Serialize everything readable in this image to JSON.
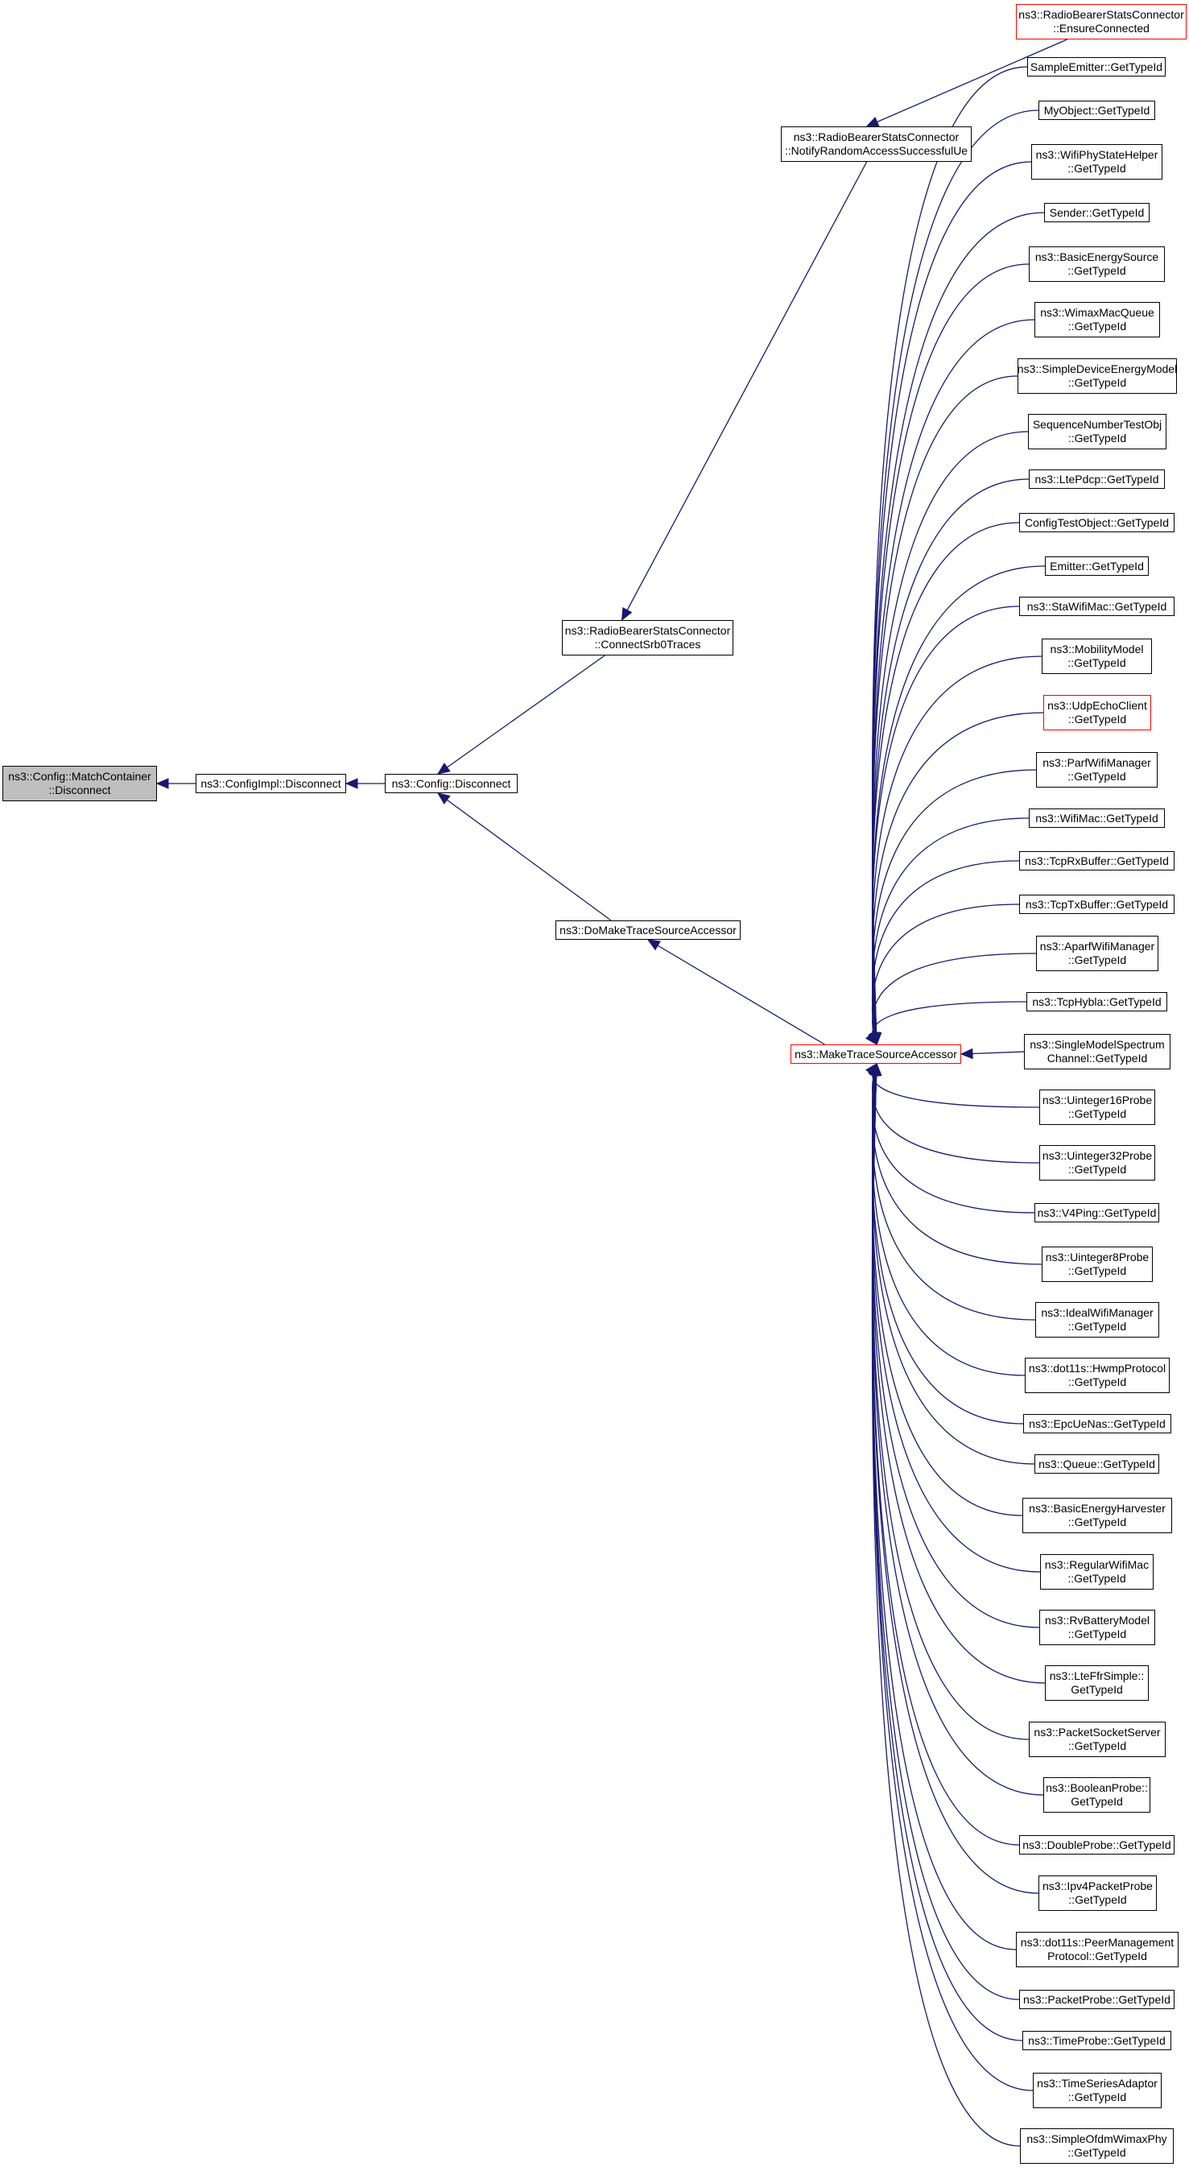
{
  "colors": {
    "edge": "#191970",
    "focus_fill": "#bfbfbf",
    "truncated_border": "#ff0000",
    "node_border": "#000000"
  },
  "nodes": {
    "match_container_disconnect": {
      "label": "ns3::Config::MatchContainer\n::Disconnect",
      "style": "focus"
    },
    "config_impl_disconnect": {
      "label": "ns3::ConfigImpl::Disconnect",
      "style": "normal"
    },
    "config_disconnect": {
      "label": "ns3::Config::Disconnect",
      "style": "normal"
    },
    "connect_srb0_traces": {
      "label": "ns3::RadioBearerStatsConnector\n::ConnectSrb0Traces",
      "style": "normal"
    },
    "do_make_trace_source_accessor": {
      "label": "ns3::DoMakeTraceSourceAccessor",
      "style": "normal"
    },
    "notify_random_access": {
      "label": "ns3::RadioBearerStatsConnector\n::NotifyRandomAccessSuccessfulUe",
      "style": "normal"
    },
    "make_trace_source_accessor": {
      "label": "ns3::MakeTraceSourceAccessor",
      "style": "truncated"
    },
    "ensure_connected": {
      "label": "ns3::RadioBearerStatsConnector\n::EnsureConnected",
      "style": "truncated"
    },
    "sample_emitter": {
      "label": "SampleEmitter::GetTypeId",
      "style": "normal"
    },
    "my_object": {
      "label": "MyObject::GetTypeId",
      "style": "normal"
    },
    "wifi_phy_state_helper": {
      "label": "ns3::WifiPhyStateHelper\n::GetTypeId",
      "style": "normal"
    },
    "sender": {
      "label": "Sender::GetTypeId",
      "style": "normal"
    },
    "basic_energy_source": {
      "label": "ns3::BasicEnergySource\n::GetTypeId",
      "style": "normal"
    },
    "wimax_mac_queue": {
      "label": "ns3::WimaxMacQueue\n::GetTypeId",
      "style": "normal"
    },
    "simple_device_energy_model": {
      "label": "ns3::SimpleDeviceEnergyModel\n::GetTypeId",
      "style": "normal"
    },
    "sequence_number_test_obj": {
      "label": "SequenceNumberTestObj\n::GetTypeId",
      "style": "normal"
    },
    "lte_pdcp": {
      "label": "ns3::LtePdcp::GetTypeId",
      "style": "normal"
    },
    "config_test_object": {
      "label": "ConfigTestObject::GetTypeId",
      "style": "normal"
    },
    "emitter": {
      "label": "Emitter::GetTypeId",
      "style": "normal"
    },
    "sta_wifi_mac": {
      "label": "ns3::StaWifiMac::GetTypeId",
      "style": "normal"
    },
    "mobility_model": {
      "label": "ns3::MobilityModel\n::GetTypeId",
      "style": "normal"
    },
    "udp_echo_client": {
      "label": "ns3::UdpEchoClient\n::GetTypeId",
      "style": "truncated"
    },
    "parf_wifi_manager": {
      "label": "ns3::ParfWifiManager\n::GetTypeId",
      "style": "normal"
    },
    "wifi_mac": {
      "label": "ns3::WifiMac::GetTypeId",
      "style": "normal"
    },
    "tcp_rx_buffer": {
      "label": "ns3::TcpRxBuffer::GetTypeId",
      "style": "normal"
    },
    "tcp_tx_buffer": {
      "label": "ns3::TcpTxBuffer::GetTypeId",
      "style": "normal"
    },
    "aparf_wifi_manager": {
      "label": "ns3::AparfWifiManager\n::GetTypeId",
      "style": "normal"
    },
    "tcp_hybla": {
      "label": "ns3::TcpHybla::GetTypeId",
      "style": "normal"
    },
    "single_model_spectrum_channel": {
      "label": "ns3::SingleModelSpectrum\nChannel::GetTypeId",
      "style": "normal"
    },
    "uinteger16_probe": {
      "label": "ns3::Uinteger16Probe\n::GetTypeId",
      "style": "normal"
    },
    "uinteger32_probe": {
      "label": "ns3::Uinteger32Probe\n::GetTypeId",
      "style": "normal"
    },
    "v4_ping": {
      "label": "ns3::V4Ping::GetTypeId",
      "style": "normal"
    },
    "uinteger8_probe": {
      "label": "ns3::Uinteger8Probe\n::GetTypeId",
      "style": "normal"
    },
    "ideal_wifi_manager": {
      "label": "ns3::IdealWifiManager\n::GetTypeId",
      "style": "normal"
    },
    "hwmp_protocol": {
      "label": "ns3::dot11s::HwmpProtocol\n::GetTypeId",
      "style": "normal"
    },
    "epc_ue_nas": {
      "label": "ns3::EpcUeNas::GetTypeId",
      "style": "normal"
    },
    "queue": {
      "label": "ns3::Queue::GetTypeId",
      "style": "normal"
    },
    "basic_energy_harvester": {
      "label": "ns3::BasicEnergyHarvester\n::GetTypeId",
      "style": "normal"
    },
    "regular_wifi_mac": {
      "label": "ns3::RegularWifiMac\n::GetTypeId",
      "style": "normal"
    },
    "rv_battery_model": {
      "label": "ns3::RvBatteryModel\n::GetTypeId",
      "style": "normal"
    },
    "lte_ffr_simple": {
      "label": "ns3::LteFfrSimple::\nGetTypeId",
      "style": "normal"
    },
    "packet_socket_server": {
      "label": "ns3::PacketSocketServer\n::GetTypeId",
      "style": "normal"
    },
    "boolean_probe": {
      "label": "ns3::BooleanProbe::\nGetTypeId",
      "style": "normal"
    },
    "double_probe": {
      "label": "ns3::DoubleProbe::GetTypeId",
      "style": "normal"
    },
    "ipv4_packet_probe": {
      "label": "ns3::Ipv4PacketProbe\n::GetTypeId",
      "style": "normal"
    },
    "peer_management_protocol": {
      "label": "ns3::dot11s::PeerManagement\nProtocol::GetTypeId",
      "style": "normal"
    },
    "packet_probe": {
      "label": "ns3::PacketProbe::GetTypeId",
      "style": "normal"
    },
    "time_probe": {
      "label": "ns3::TimeProbe::GetTypeId",
      "style": "normal"
    },
    "time_series_adaptor": {
      "label": "ns3::TimeSeriesAdaptor\n::GetTypeId",
      "style": "normal"
    },
    "simple_ofdm_wimax_phy": {
      "label": "ns3::SimpleOfdmWimaxPhy\n::GetTypeId",
      "style": "normal"
    }
  },
  "edges": [
    [
      "config_impl_disconnect",
      "match_container_disconnect"
    ],
    [
      "config_disconnect",
      "config_impl_disconnect"
    ],
    [
      "connect_srb0_traces",
      "config_disconnect"
    ],
    [
      "do_make_trace_source_accessor",
      "config_disconnect"
    ],
    [
      "notify_random_access",
      "connect_srb0_traces"
    ],
    [
      "ensure_connected",
      "notify_random_access"
    ],
    [
      "make_trace_source_accessor",
      "do_make_trace_source_accessor"
    ],
    [
      "sample_emitter",
      "make_trace_source_accessor"
    ],
    [
      "my_object",
      "make_trace_source_accessor"
    ],
    [
      "wifi_phy_state_helper",
      "make_trace_source_accessor"
    ],
    [
      "sender",
      "make_trace_source_accessor"
    ],
    [
      "basic_energy_source",
      "make_trace_source_accessor"
    ],
    [
      "wimax_mac_queue",
      "make_trace_source_accessor"
    ],
    [
      "simple_device_energy_model",
      "make_trace_source_accessor"
    ],
    [
      "sequence_number_test_obj",
      "make_trace_source_accessor"
    ],
    [
      "lte_pdcp",
      "make_trace_source_accessor"
    ],
    [
      "config_test_object",
      "make_trace_source_accessor"
    ],
    [
      "emitter",
      "make_trace_source_accessor"
    ],
    [
      "sta_wifi_mac",
      "make_trace_source_accessor"
    ],
    [
      "mobility_model",
      "make_trace_source_accessor"
    ],
    [
      "udp_echo_client",
      "make_trace_source_accessor"
    ],
    [
      "parf_wifi_manager",
      "make_trace_source_accessor"
    ],
    [
      "wifi_mac",
      "make_trace_source_accessor"
    ],
    [
      "tcp_rx_buffer",
      "make_trace_source_accessor"
    ],
    [
      "tcp_tx_buffer",
      "make_trace_source_accessor"
    ],
    [
      "aparf_wifi_manager",
      "make_trace_source_accessor"
    ],
    [
      "tcp_hybla",
      "make_trace_source_accessor"
    ],
    [
      "single_model_spectrum_channel",
      "make_trace_source_accessor"
    ],
    [
      "uinteger16_probe",
      "make_trace_source_accessor"
    ],
    [
      "uinteger32_probe",
      "make_trace_source_accessor"
    ],
    [
      "v4_ping",
      "make_trace_source_accessor"
    ],
    [
      "uinteger8_probe",
      "make_trace_source_accessor"
    ],
    [
      "ideal_wifi_manager",
      "make_trace_source_accessor"
    ],
    [
      "hwmp_protocol",
      "make_trace_source_accessor"
    ],
    [
      "epc_ue_nas",
      "make_trace_source_accessor"
    ],
    [
      "queue",
      "make_trace_source_accessor"
    ],
    [
      "basic_energy_harvester",
      "make_trace_source_accessor"
    ],
    [
      "regular_wifi_mac",
      "make_trace_source_accessor"
    ],
    [
      "rv_battery_model",
      "make_trace_source_accessor"
    ],
    [
      "lte_ffr_simple",
      "make_trace_source_accessor"
    ],
    [
      "packet_socket_server",
      "make_trace_source_accessor"
    ],
    [
      "boolean_probe",
      "make_trace_source_accessor"
    ],
    [
      "double_probe",
      "make_trace_source_accessor"
    ],
    [
      "ipv4_packet_probe",
      "make_trace_source_accessor"
    ],
    [
      "peer_management_protocol",
      "make_trace_source_accessor"
    ],
    [
      "packet_probe",
      "make_trace_source_accessor"
    ],
    [
      "time_probe",
      "make_trace_source_accessor"
    ],
    [
      "time_series_adaptor",
      "make_trace_source_accessor"
    ],
    [
      "simple_ofdm_wimax_phy",
      "make_trace_source_accessor"
    ]
  ]
}
